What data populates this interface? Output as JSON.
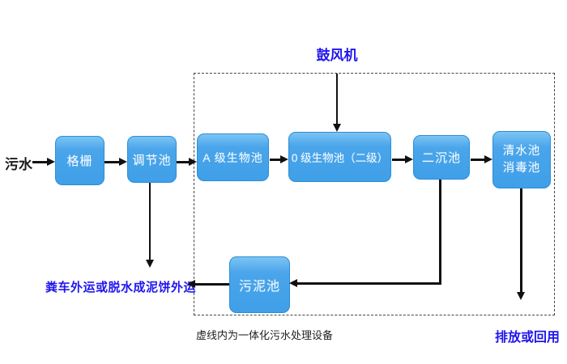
{
  "diagram": {
    "source_label": "污水",
    "blower_label": "鼓风机",
    "boundary_caption": "虚线内为一体化污水处理设备",
    "sludge_out_label": "粪车外运或脱水成泥饼外运",
    "discharge_label": "排放或回用",
    "boxes": {
      "grid": "格栅",
      "regulating_tank": "调节池",
      "a_bio_tank": "A 级生物池",
      "o_bio_tank": "0 级生物池（二级）",
      "secondary_sedimentation_tank": "二沉池",
      "clear_water_tank_line1": "清水池",
      "clear_water_tank_line2": "消毒池",
      "sludge_tank": "污泥池"
    },
    "colors": {
      "box_fill_top": "#7cc4f4",
      "box_fill": "#3f9fe8",
      "box_border": "#2b8ed6",
      "label_blue": "#2016ee",
      "arrow_black": "#111111",
      "background": "#ffffff"
    }
  }
}
